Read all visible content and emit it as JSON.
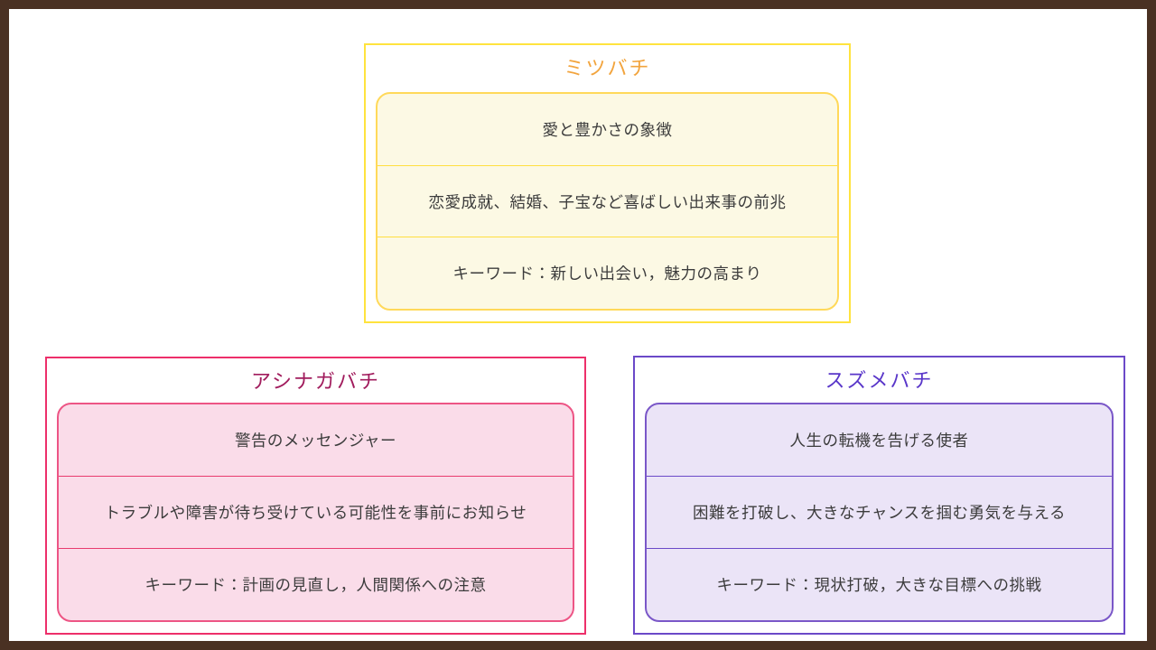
{
  "page": {
    "background": "#ffffff",
    "frame_color": "#4a3123",
    "text_color": "#3c3c3c"
  },
  "cards": [
    {
      "title": "ミツバチ",
      "theme": {
        "title_color": "#f2a43d",
        "outer_border": "#ffe33e",
        "inner_border": "#ffd95a",
        "divider": "#ffdf3f",
        "fill": "#fcf9e4"
      },
      "rows": [
        "愛と豊かさの象徴",
        "恋愛成就、結婚、子宝など喜ばしい出来事の前兆",
        "キーワード：新しい出会い，魅力の高まり"
      ]
    },
    {
      "title": "アシナガバチ",
      "theme": {
        "title_color": "#a11c5d",
        "outer_border": "#ed2f6a",
        "inner_border": "#ed5585",
        "divider": "#e83a6e",
        "fill": "#fadce9"
      },
      "rows": [
        "警告のメッセンジャー",
        "トラブルや障害が待ち受けている可能性を事前にお知らせ",
        "キーワード：計画の見直し，人間関係への注意"
      ]
    },
    {
      "title": "スズメバチ",
      "theme": {
        "title_color": "#5936c9",
        "outer_border": "#6b49c8",
        "inner_border": "#7a57c8",
        "divider": "#6b49c8",
        "fill": "#ebe4f7"
      },
      "rows": [
        "人生の転機を告げる使者",
        "困難を打破し、大きなチャンスを掴む勇気を与える",
        "キーワード：現状打破，大きな目標への挑戦"
      ]
    }
  ]
}
